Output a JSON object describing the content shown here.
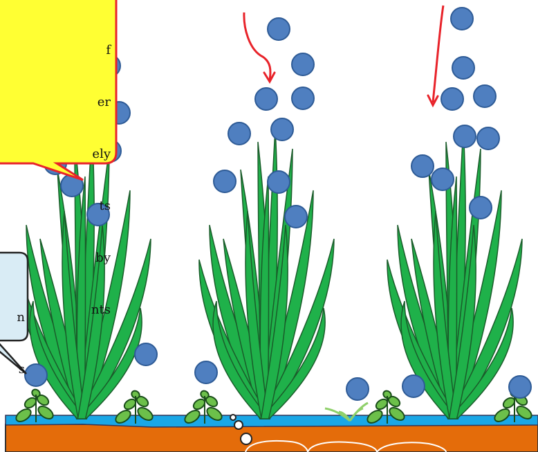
{
  "callout_yellow": {
    "lines": [
      "f",
      "er",
      "ely",
      "ts",
      "by",
      "nts"
    ],
    "fill": "#ffff33",
    "border": "#e8232a"
  },
  "callout_blue": {
    "lines": [
      "n",
      "s"
    ],
    "fill": "#d9ecf5",
    "border": "#222222"
  },
  "colors": {
    "droplet": "#4f7fc0",
    "droplet_stroke": "#2e5b96",
    "leaf": "#1fb14a",
    "weed": "#6cc04a",
    "water": "#1aa7e6",
    "soil": "#e46c0a",
    "arrow": "#e8232a"
  },
  "icons": [
    "rain-droplet-icon",
    "rice-plant-icon",
    "weed-seedling-icon",
    "air-bubble-icon",
    "curved-arrow-icon"
  ]
}
